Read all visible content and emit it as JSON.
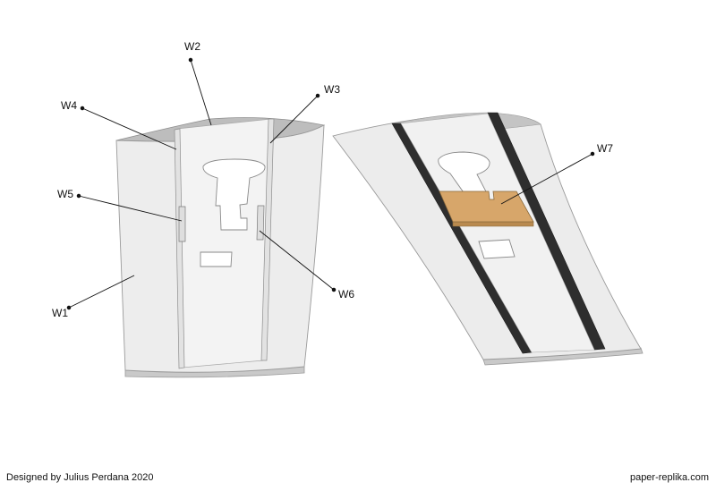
{
  "labels": {
    "w1": "W1",
    "w2": "W2",
    "w3": "W3",
    "w4": "W4",
    "w5": "W5",
    "w6": "W6",
    "w7": "W7"
  },
  "footer": {
    "credit": "Designed by Julius Perdana 2020",
    "site": "paper-replika.com"
  },
  "colors": {
    "panel": "#ededed",
    "panel_shade": "#dcdcdc",
    "interior": "#b8b8b8",
    "spar_dark": "#2e2e2e",
    "wood": "#d7a66a",
    "outline": "#9a9a9a"
  }
}
